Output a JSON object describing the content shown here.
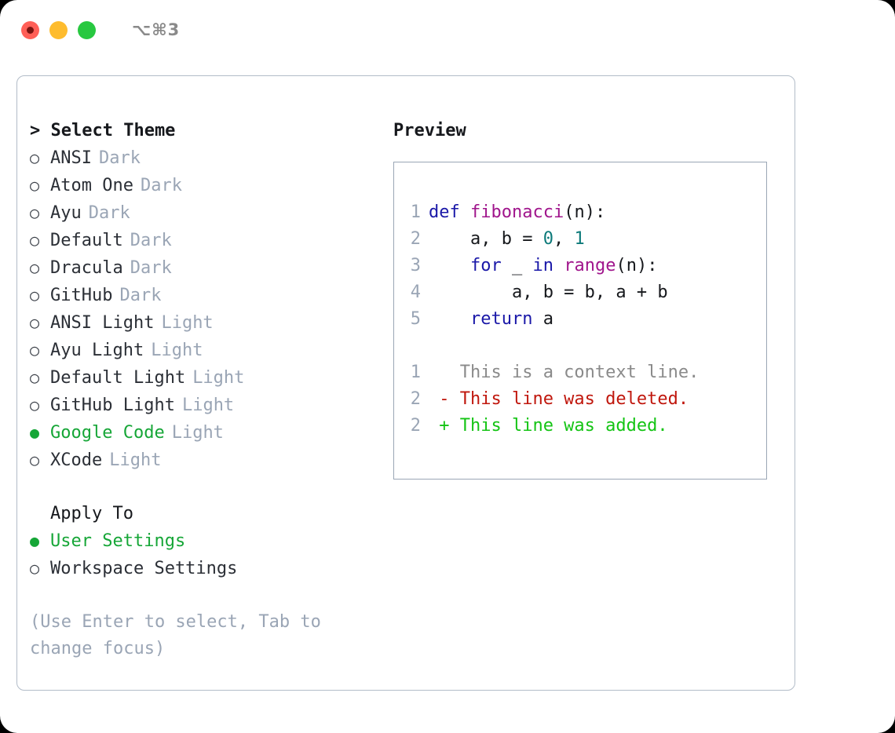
{
  "titlebar": {
    "shortcut": "⌥⌘3",
    "lights": [
      {
        "name": "close",
        "color": "#ff5f57"
      },
      {
        "name": "minimize",
        "color": "#febc2e"
      },
      {
        "name": "maximize",
        "color": "#28c840"
      }
    ]
  },
  "theme_picker": {
    "header": "> Select Theme",
    "selected_bullet": "●",
    "unselected_bullet": "○",
    "selected_color": "#16a637",
    "variant_color": "#9aa5b5",
    "items": [
      {
        "label": "ANSI",
        "variant": "Dark",
        "selected": false
      },
      {
        "label": "Atom One",
        "variant": "Dark",
        "selected": false
      },
      {
        "label": "Ayu",
        "variant": "Dark",
        "selected": false
      },
      {
        "label": "Default",
        "variant": "Dark",
        "selected": false
      },
      {
        "label": "Dracula",
        "variant": "Dark",
        "selected": false
      },
      {
        "label": "GitHub",
        "variant": "Dark",
        "selected": false
      },
      {
        "label": "ANSI Light",
        "variant": "Light",
        "selected": false
      },
      {
        "label": "Ayu Light",
        "variant": "Light",
        "selected": false
      },
      {
        "label": "Default Light",
        "variant": "Light",
        "selected": false
      },
      {
        "label": "GitHub Light",
        "variant": "Light",
        "selected": false
      },
      {
        "label": "Google Code",
        "variant": "Light",
        "selected": true
      },
      {
        "label": "XCode",
        "variant": "Light",
        "selected": false
      }
    ]
  },
  "apply_to": {
    "header": "Apply To",
    "items": [
      {
        "label": "User Settings",
        "selected": true
      },
      {
        "label": "Workspace Settings",
        "selected": false
      }
    ]
  },
  "hint": "(Use Enter to select, Tab to change focus)",
  "preview": {
    "title": "Preview",
    "code_lines": [
      {
        "num": "1",
        "tokens": [
          {
            "t": "def",
            "c": "kw"
          },
          {
            "t": " ",
            "c": "pun"
          },
          {
            "t": "fibonacci",
            "c": "fn"
          },
          {
            "t": "(n):",
            "c": "pun"
          }
        ]
      },
      {
        "num": "2",
        "tokens": [
          {
            "t": "    a, b = ",
            "c": "var"
          },
          {
            "t": "0",
            "c": "num"
          },
          {
            "t": ", ",
            "c": "pun"
          },
          {
            "t": "1",
            "c": "num"
          }
        ]
      },
      {
        "num": "3",
        "tokens": [
          {
            "t": "    ",
            "c": "pun"
          },
          {
            "t": "for",
            "c": "kw"
          },
          {
            "t": " _ ",
            "c": "var"
          },
          {
            "t": "in",
            "c": "kw"
          },
          {
            "t": " ",
            "c": "pun"
          },
          {
            "t": "range",
            "c": "fn"
          },
          {
            "t": "(n):",
            "c": "pun"
          }
        ]
      },
      {
        "num": "4",
        "tokens": [
          {
            "t": "        a, b = b, a + b",
            "c": "var"
          }
        ]
      },
      {
        "num": "5",
        "tokens": [
          {
            "t": "    ",
            "c": "pun"
          },
          {
            "t": "return",
            "c": "kw"
          },
          {
            "t": " a",
            "c": "var"
          }
        ]
      }
    ],
    "diff_lines": [
      {
        "num": "1",
        "marker": " ",
        "text": "This is a context line.",
        "kind": "ctx"
      },
      {
        "num": "2",
        "marker": "-",
        "text": "This line was deleted.",
        "kind": "del"
      },
      {
        "num": "2",
        "marker": "+",
        "text": "This line was added.",
        "kind": "add"
      }
    ],
    "diff_colors": {
      "context": "#8a8a8a",
      "deleted": "#c0170d",
      "added": "#14c414"
    }
  }
}
